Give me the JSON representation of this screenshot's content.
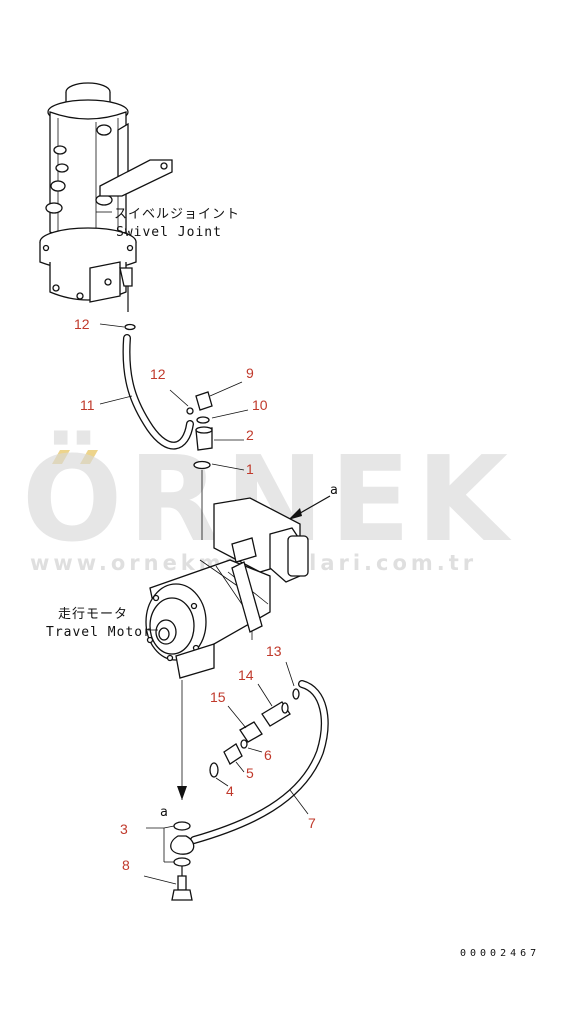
{
  "watermark": {
    "brand": "ÖRNEK",
    "url": "www.ornekmakinalari.com.tr",
    "color": "#d0d0d0",
    "accent": "#e6c25a"
  },
  "labels": {
    "swivel_joint_jp": "スイベルジョイント",
    "swivel_joint_en": "Swivel Joint",
    "travel_motor_jp": "走行モータ",
    "travel_motor_en": "Travel Motor",
    "view_a_top": "a",
    "view_a_bottom": "a"
  },
  "callouts": [
    "12",
    "12",
    "11",
    "9",
    "10",
    "2",
    "1",
    "13",
    "14",
    "15",
    "6",
    "5",
    "4",
    "7",
    "3",
    "8"
  ],
  "drawing_number": "00002467",
  "colors": {
    "callout": "#c0392b",
    "line": "#111111"
  }
}
